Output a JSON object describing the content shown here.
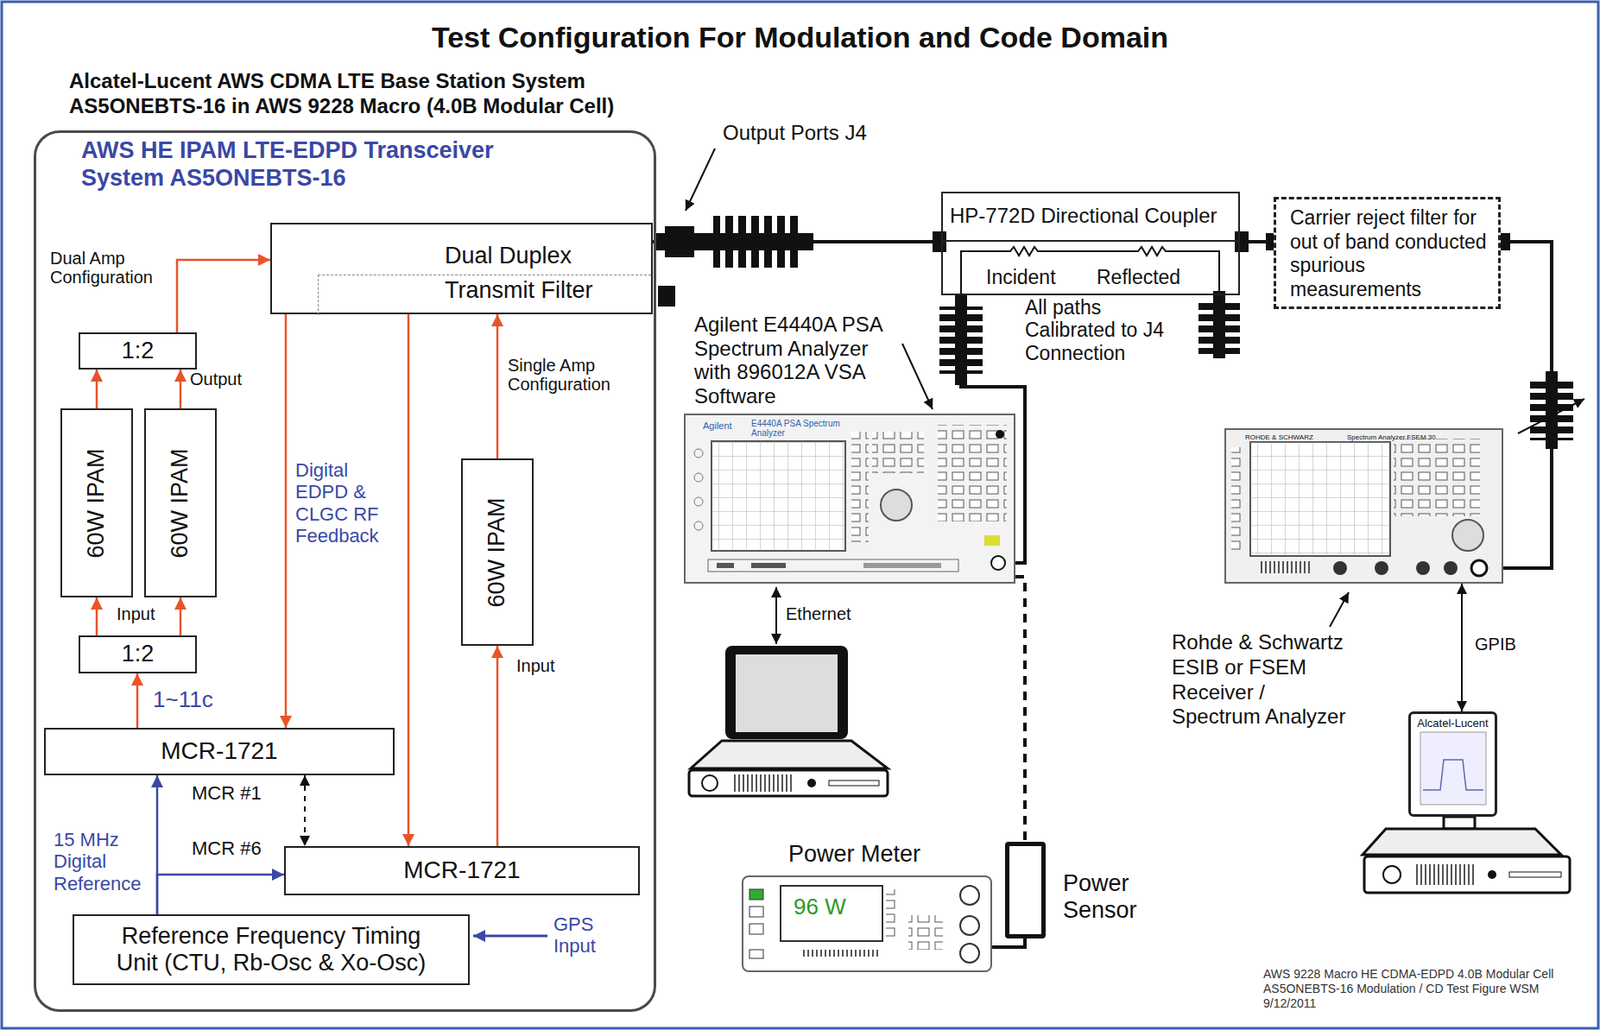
{
  "diagram": {
    "title": "Test Configuration For Modulation and Code Domain",
    "caption": "AWS 9228 Macro HE CDMA-EDPD 4.0B Modular Cell AS5ONEBTS-16 Modulation / CD Test Figure WSM 9/12/2011",
    "nodes": [
      {
        "text": [
          "AWS HE IPAM LTE-EDPD Transceiver System AS5ONEBTS-16"
        ]
      },
      {
        "text": [
          "Dual Duplex",
          "Transmit Filter"
        ],
        "in": 0
      },
      {
        "text": [
          "1:2"
        ],
        "in": 0
      },
      {
        "text": [
          "60W IPAM"
        ],
        "in": 0
      },
      {
        "text": [
          "60W IPAM"
        ],
        "in": 0
      },
      {
        "text": [
          "1:2"
        ],
        "in": 0
      },
      {
        "text": [
          "60W IPAM"
        ],
        "in": 0
      },
      {
        "text": [
          "MCR-1721"
        ],
        "in": 0
      },
      {
        "text": [
          "MCR-1721"
        ],
        "in": 0
      },
      {
        "text": [
          "Reference Frequency Timing Unit (CTU, Rb-Osc & Xo-Osc)"
        ],
        "in": 0
      },
      {
        "text": [
          "HP-772D Directional Coupler",
          "Incident",
          "Reflected"
        ]
      },
      {
        "text": [
          "Carrier reject filter for out of band conducted spurious measurements"
        ]
      },
      {
        "text": [
          "Agilent",
          "E4440A PSA Spectrum Analyzer"
        ]
      },
      {
        "text": [
          "ROHDE & SCHWARZ",
          "Spectrum Analyzer FSEM 30"
        ]
      },
      {
        "text": [
          "Alcatel-Lucent"
        ]
      },
      {
        "text": [
          "Power Meter",
          "96 W"
        ]
      },
      {
        "text": [
          "Power Sensor"
        ]
      }
    ],
    "edges": [
      {
        "from": 5,
        "to": 3,
        "arrow": "to"
      },
      {
        "from": 5,
        "to": 4,
        "arrow": "to"
      },
      {
        "from": 3,
        "to": 2,
        "arrow": "to"
      },
      {
        "from": 4,
        "to": 2,
        "arrow": "to"
      },
      {
        "from": 2,
        "to": 1,
        "arrow": "to"
      },
      {
        "from": 7,
        "to": 5,
        "arrow": "to",
        "label": "1~11c"
      },
      {
        "from": 1,
        "to": 7,
        "arrow": "to",
        "label": "Digital EDPD & CLGC RF Feedback"
      },
      {
        "from": 1,
        "to": 8,
        "arrow": "to"
      },
      {
        "from": 8,
        "to": 6,
        "arrow": "to",
        "label": "Input"
      },
      {
        "from": 6,
        "to": 1,
        "arrow": "to",
        "label": "Single Amp Configuration"
      },
      {
        "from": 7,
        "to": 8,
        "arrow": "both"
      },
      {
        "from": 9,
        "to": 7,
        "arrow": "to"
      },
      {
        "from": 9,
        "to": 8,
        "arrow": "to"
      },
      {
        "from": 1,
        "to": 10,
        "arrow": "none"
      },
      {
        "from": 10,
        "to": 11,
        "arrow": "none"
      },
      {
        "from": 11,
        "to": 13,
        "arrow": "none"
      },
      {
        "from": 10,
        "to": 12,
        "arrow": "none"
      },
      {
        "from": 12,
        "to": 16,
        "arrow": "none"
      },
      {
        "from": 16,
        "to": 15,
        "arrow": "none"
      },
      {
        "from": 13,
        "to": 14,
        "arrow": "both",
        "label": "GPIB"
      }
    ],
    "labels": [
      "Alcatel-Lucent AWS CDMA LTE Base Station System AS5ONEBTS-16 in AWS 9228 Macro (4.0B Modular Cell)",
      "Output Ports J4",
      "Dual Amp Configuration",
      "Output",
      "Input",
      "MCR #1",
      "MCR #6",
      "15 MHz Digital Reference",
      "GPS Input",
      "Agilent E4440A PSA Spectrum Analyzer with 896012A VSA Software",
      "All paths Calibrated to J4 Connection",
      "Ethernet",
      "Rohde & Schwartz ESIB or FSEM Receiver / Spectrum Analyzer"
    ]
  }
}
